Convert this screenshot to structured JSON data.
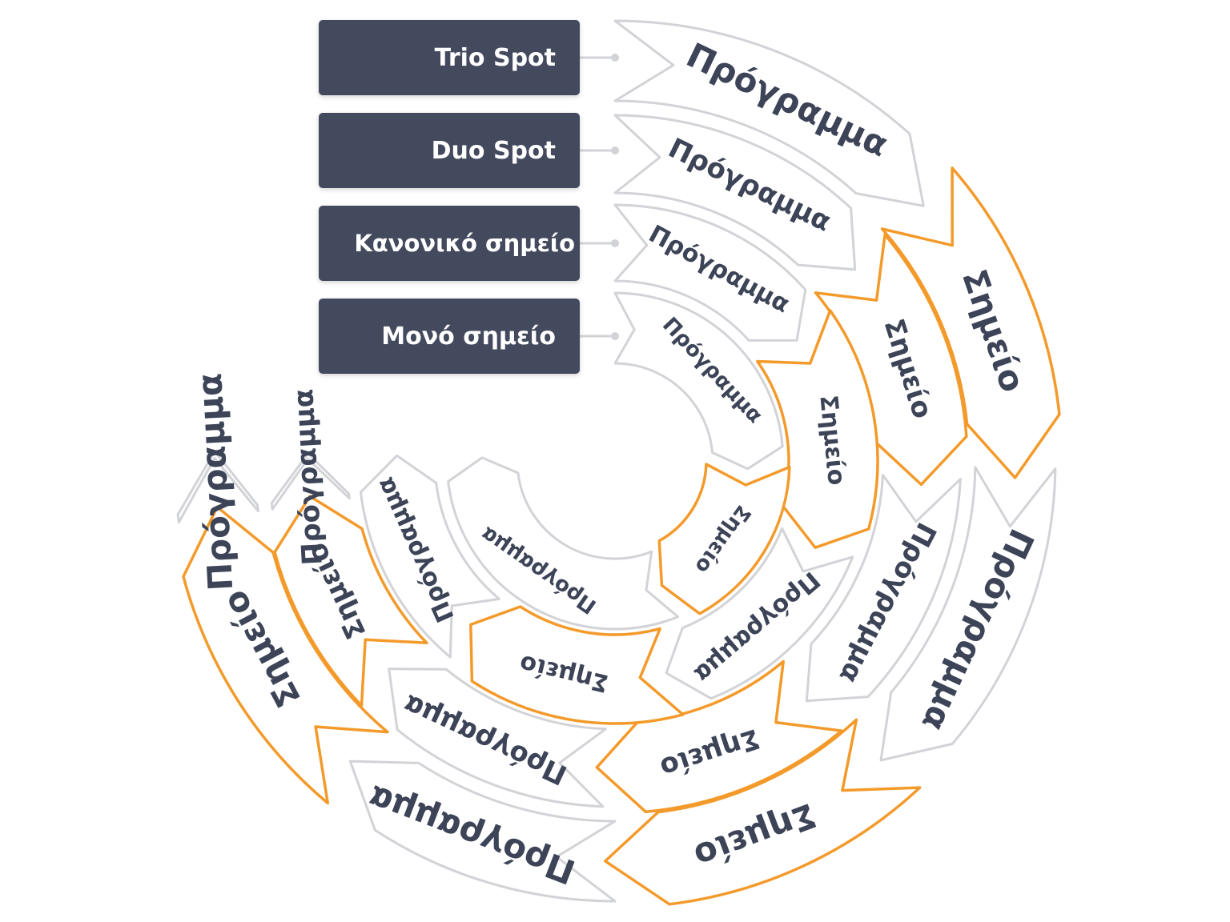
{
  "labels": [
    {
      "text": "Trio Spot"
    },
    {
      "text": "Duo Spot"
    },
    {
      "text": "Κανονικό σημείο"
    },
    {
      "text": "Μονό σημείο"
    }
  ],
  "segment_texts": {
    "program": "Πρόγραμμα",
    "point": "Σημείο"
  },
  "colors": {
    "box": "#434a5e",
    "box_text": "#ffffff",
    "program_stroke": "#d2d3d7",
    "point_stroke": "#f39a2b",
    "segment_text": "#3d4457"
  },
  "rings": [
    {
      "label": "Trio Spot",
      "sequence": [
        "Πρόγραμμα",
        "Σημείο",
        "Πρόγραμμα",
        "Σημείο",
        "Πρόγραμμα",
        "Σημείο",
        "Πρόγραμμα"
      ]
    },
    {
      "label": "Duo Spot",
      "sequence": [
        "Πρόγραμμα",
        "Σημείο",
        "Πρόγραμμα",
        "Σημείο",
        "Πρόγραμμα",
        "Σημείο",
        "Πρόγραμμα"
      ]
    },
    {
      "label": "Κανονικό σημείο",
      "sequence": [
        "Πρόγραμμα",
        "Σημείο",
        "Πρόγραμμα",
        "Σημείο",
        "Πρόγραμμα"
      ]
    },
    {
      "label": "Μονό σημείο",
      "sequence": [
        "Πρόγραμμα",
        "Σημείο",
        "Πρόγραμμα"
      ]
    }
  ]
}
